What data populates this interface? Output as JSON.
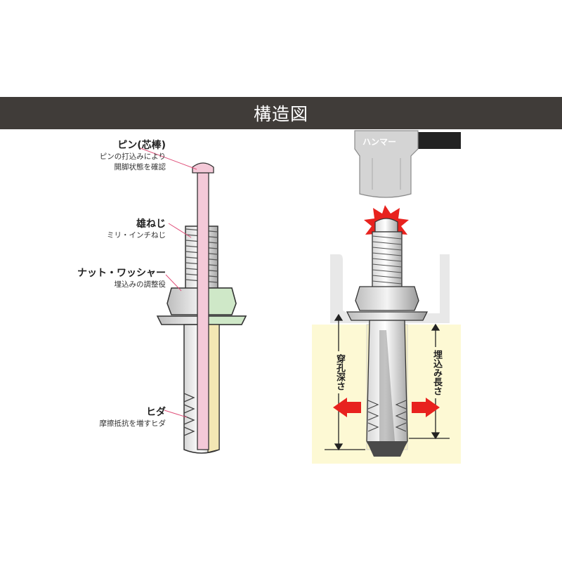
{
  "title": "構造図",
  "labels": {
    "pin": {
      "title": "ピン(芯棒)",
      "desc1": "ピンの打込みにより",
      "desc2": "開脚状態を確認"
    },
    "thread": {
      "title": "雄ねじ",
      "desc1": "ミリ・インチねじ"
    },
    "nut": {
      "title": "ナット・ワッシャー",
      "desc1": "埋込みの調整役"
    },
    "fin": {
      "title": "ヒダ",
      "desc1": "摩擦抵抗を増すヒダ"
    }
  },
  "install": {
    "hammer": "ハンマー",
    "drill_depth": "穿孔深さ",
    "embed_length": "埋込み長さ"
  },
  "colors": {
    "banner": "#403c39",
    "leader": "#e0517a",
    "pin": "#f4c9d8",
    "nut": "#cfe8c8",
    "concrete": "#fdf9d4",
    "arrow": "#e8221e"
  }
}
